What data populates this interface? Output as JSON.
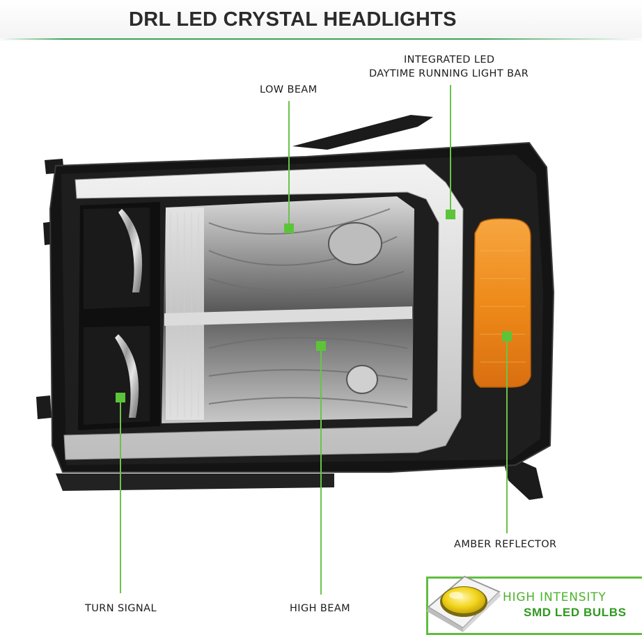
{
  "title": "DRL LED CRYSTAL HEADLIGHTS",
  "callouts": {
    "integrated_led_line1": "INTEGRATED LED",
    "integrated_led_line2": "DAYTIME RUNNING LIGHT BAR",
    "low_beam": "LOW BEAM",
    "amber_reflector": "AMBER REFLECTOR",
    "turn_signal": "TURN SIGNAL",
    "high_beam": "HIGH BEAM"
  },
  "badge": {
    "line1": "HIGH INTENSITY",
    "line2": "SMD LED BULBS"
  },
  "colors": {
    "accent_green": "#5cc439",
    "title_text": "#2b2b2b",
    "amber": "#f08a1c"
  }
}
